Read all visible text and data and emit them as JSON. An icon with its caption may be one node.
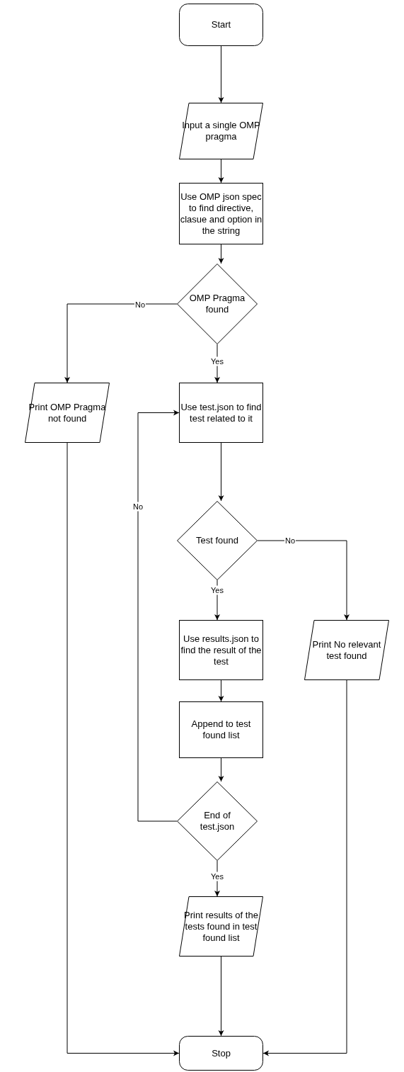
{
  "diagram": {
    "nodes": [
      {
        "text": [
          "Start"
        ]
      },
      {
        "text": [
          "Input a single OMP pragma"
        ]
      },
      {
        "text": [
          "Use OMP json spec to find directive, clasue and option in the string"
        ]
      },
      {
        "text": [
          "OMP Pragma found"
        ]
      },
      {
        "text": [
          "Print OMP Pragma not found"
        ]
      },
      {
        "text": [
          "Use test.json to find test related to it"
        ]
      },
      {
        "text": [
          "Test found"
        ]
      },
      {
        "text": [
          "Use results.json to find the result of the test"
        ]
      },
      {
        "text": [
          "Print No relevant test found"
        ]
      },
      {
        "text": [
          "Append to test found list"
        ]
      },
      {
        "text": [
          "End of test.json"
        ]
      },
      {
        "text": [
          "Print results of the tests found in test found list"
        ]
      },
      {
        "text": [
          "Stop"
        ]
      }
    ],
    "edges": [
      {
        "from": 0,
        "to": 1,
        "arrow": "to"
      },
      {
        "from": 1,
        "to": 2,
        "arrow": "to"
      },
      {
        "from": 2,
        "to": 3,
        "arrow": "to"
      },
      {
        "from": 3,
        "to": 4,
        "arrow": "to",
        "label": "No"
      },
      {
        "from": 3,
        "to": 5,
        "arrow": "to",
        "label": "Yes"
      },
      {
        "from": 5,
        "to": 6,
        "arrow": "to"
      },
      {
        "from": 6,
        "to": 8,
        "arrow": "to",
        "label": "No"
      },
      {
        "from": 6,
        "to": 7,
        "arrow": "to",
        "label": "Yes"
      },
      {
        "from": 7,
        "to": 9,
        "arrow": "to"
      },
      {
        "from": 9,
        "to": 10,
        "arrow": "to"
      },
      {
        "from": 10,
        "to": 5,
        "arrow": "to",
        "label": "No"
      },
      {
        "from": 10,
        "to": 11,
        "arrow": "to",
        "label": "Yes"
      },
      {
        "from": 11,
        "to": 12,
        "arrow": "to"
      },
      {
        "from": 4,
        "to": 12,
        "arrow": "to"
      },
      {
        "from": 8,
        "to": 12,
        "arrow": "to"
      }
    ]
  }
}
